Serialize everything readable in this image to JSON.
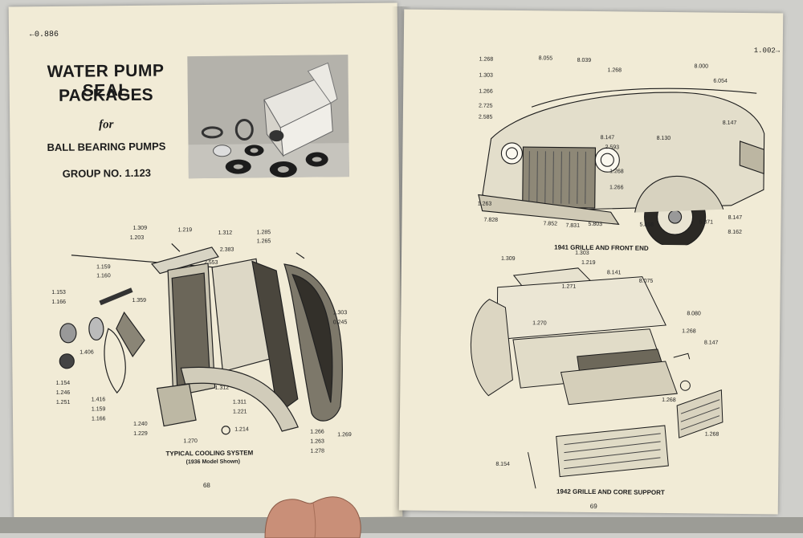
{
  "left_page": {
    "ref_left": "←0.886",
    "title_line1": "WATER PUMP SEAL",
    "title_line2": "PACKAGES",
    "title_for": "for",
    "subtitle": "BALL BEARING PUMPS",
    "group": "GROUP NO. 1.123",
    "caption": "TYPICAL COOLING SYSTEM",
    "caption_sub": "(1936 Model Shown)",
    "page_number": "68",
    "part_labels": [
      "1.309",
      "1.203",
      "1.219",
      "1.312",
      "1.285",
      "1.265",
      "2.383",
      "2.553",
      "1.159",
      "1.160",
      "1.153",
      "1.166",
      "1.359",
      "1.406",
      "1.303",
      "0.245",
      "1.154",
      "1.246",
      "1.251",
      "1.416",
      "1.159",
      "1.166",
      "1.312",
      "1.311",
      "1.221",
      "1.214",
      "1.240",
      "1.229",
      "1.270",
      "1.266",
      "1.263",
      "1.278",
      "1.269"
    ]
  },
  "right_page": {
    "ref_right": "1.002→",
    "caption_top": "1941 GRILLE AND FRONT END",
    "caption_bottom": "1942 GRILLE AND CORE SUPPORT",
    "page_number": "69",
    "part_labels_top": [
      "1.268",
      "8.055",
      "8.039",
      "1.268",
      "8.000",
      "1.303",
      "6.054",
      "1.266",
      "2.725",
      "2.585",
      "8.147",
      "8.130",
      "2.593",
      "8.147",
      "1.268",
      "1.266",
      "1.263",
      "7.828",
      "7.852",
      "7.831",
      "5.803",
      "5.858",
      "5.871",
      "8.147",
      "8.162"
    ],
    "part_labels_bottom": [
      "1.309",
      "1.303",
      "1.219",
      "8.141",
      "1.271",
      "8.075",
      "1.270",
      "8.080",
      "1.268",
      "8.147",
      "1.268",
      "1.268",
      "8.154"
    ]
  }
}
